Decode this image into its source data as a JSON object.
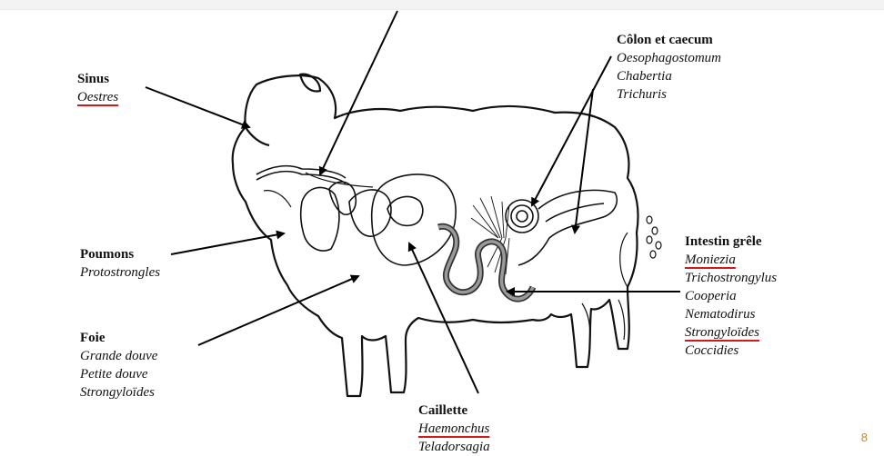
{
  "labels": {
    "sinus": {
      "title": "Sinus",
      "items": [
        "Oestres"
      ]
    },
    "colon": {
      "title": "Côlon et caecum",
      "items": [
        "Oesophagostomum",
        "Chabertia",
        "Trichuris"
      ]
    },
    "poumons": {
      "title": "Poumons",
      "items": [
        "Protostrongles"
      ]
    },
    "foie": {
      "title": "Foie",
      "items": [
        "Grande douve",
        "Petite douve",
        "Strongyloïdes"
      ]
    },
    "intestin": {
      "title": "Intestin grêle",
      "items": [
        "Moniezia",
        "Trichostrongylus",
        "Cooperia",
        "Nematodirus",
        "Strongyloïdes",
        "Coccidies"
      ]
    },
    "caillette": {
      "title": "Caillette",
      "items": [
        "Haemonchus",
        "Teladorsagia"
      ]
    }
  },
  "underline_color": "#d11a1a",
  "page_number": "8"
}
